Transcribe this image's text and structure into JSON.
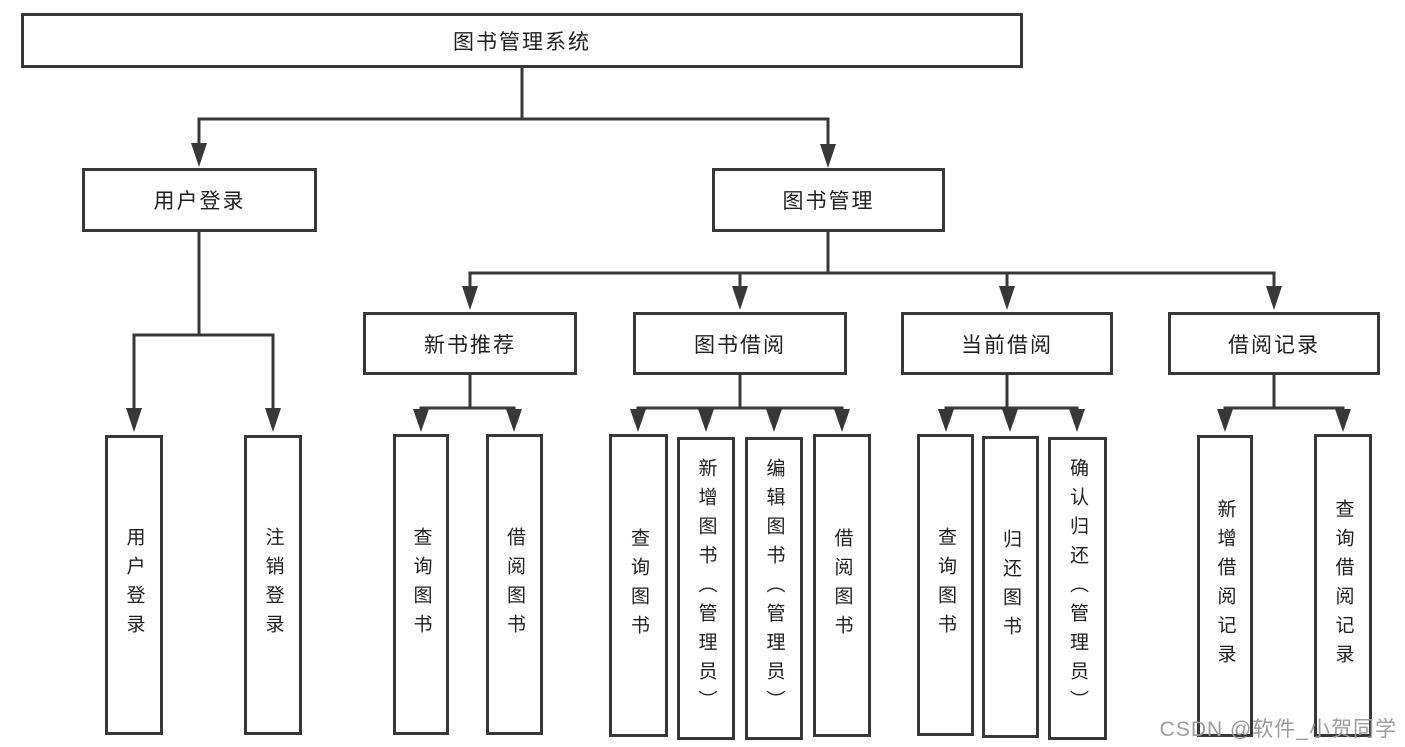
{
  "colors": {
    "line": "#383838",
    "box_border": "#383838",
    "text": "#1f1f1f",
    "background": "#ffffff",
    "watermark": "#9c9c9c"
  },
  "watermark": {
    "text": "CSDN @软件_小贺同学"
  },
  "tree": {
    "root": {
      "label": "图书管理系统"
    },
    "branches": [
      {
        "label": "用户登录",
        "children": [
          {
            "label": "用户登录"
          },
          {
            "label": "注销登录"
          }
        ]
      },
      {
        "label": "图书管理",
        "children": [
          {
            "label": "新书推荐",
            "children": [
              {
                "label": "查询图书"
              },
              {
                "label": "借阅图书"
              }
            ]
          },
          {
            "label": "图书借阅",
            "children": [
              {
                "label": "查询图书"
              },
              {
                "label": "新增图书（管理员）"
              },
              {
                "label": "编辑图书（管理员）"
              },
              {
                "label": "借阅图书"
              }
            ]
          },
          {
            "label": "当前借阅",
            "children": [
              {
                "label": "查询图书"
              },
              {
                "label": "归还图书"
              },
              {
                "label": "确认归还（管理员）"
              }
            ]
          },
          {
            "label": "借阅记录",
            "children": [
              {
                "label": "新增借阅记录"
              },
              {
                "label": "查询借阅记录"
              }
            ]
          }
        ]
      }
    ]
  }
}
